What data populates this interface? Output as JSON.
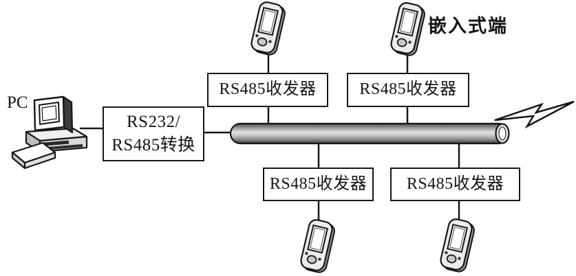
{
  "canvas": {
    "background": "#ffffff"
  },
  "labels": {
    "pc": "PC",
    "embedded_terminal": "嵌入式端"
  },
  "converter_box": {
    "line1": "RS232/",
    "line2": "RS485转换"
  },
  "transceiver_boxes": [
    {
      "position": "top-left",
      "label": "RS485收发器"
    },
    {
      "position": "top-right",
      "label": "RS485收发器"
    },
    {
      "position": "bottom-left",
      "label": "RS485收发器"
    },
    {
      "position": "bottom-right",
      "label": "RS485收发器"
    }
  ],
  "icons": {
    "pc": "desktop-computer-icon",
    "handheld_terminal": "pda-handheld-icon",
    "bus": "rs485-bus-cable",
    "interference": "lightning-bolt-icon"
  },
  "colors": {
    "ink": "#161616",
    "paper": "#ffffff",
    "bus_dark": "#3c3c3c",
    "bus_light": "#dddddd",
    "pda_body": "#ececec",
    "pda_depth": "#9a9a9a"
  }
}
